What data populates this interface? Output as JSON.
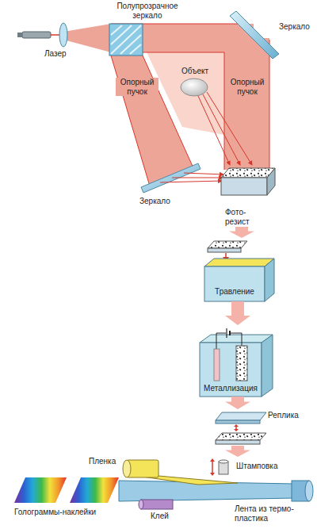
{
  "diagram": {
    "nodes": [
      {
        "text": [
          "Фото- резист"
        ]
      },
      {
        "text": [
          "Травление"
        ]
      },
      {
        "text": [
          "Металлизация"
        ]
      },
      {
        "text": [
          "Реплика"
        ]
      },
      {
        "text": [
          "Штамповка"
        ]
      }
    ],
    "edges": [
      {
        "from": 0,
        "to": 1,
        "arrow": "to"
      },
      {
        "from": 1,
        "to": 2,
        "arrow": "to"
      },
      {
        "from": 2,
        "to": 3,
        "arrow": "to"
      },
      {
        "from": 3,
        "to": 4,
        "arrow": "to"
      }
    ],
    "labels": [
      "Полупрозрачное зеркало",
      "Зеркало",
      "Лазер",
      "Объект",
      "Опорный пучок",
      "Опорный пучок",
      "Зеркало",
      "Пленка",
      "Голограммы-наклейки",
      "Клей",
      "Лента из термо- пластика"
    ]
  }
}
